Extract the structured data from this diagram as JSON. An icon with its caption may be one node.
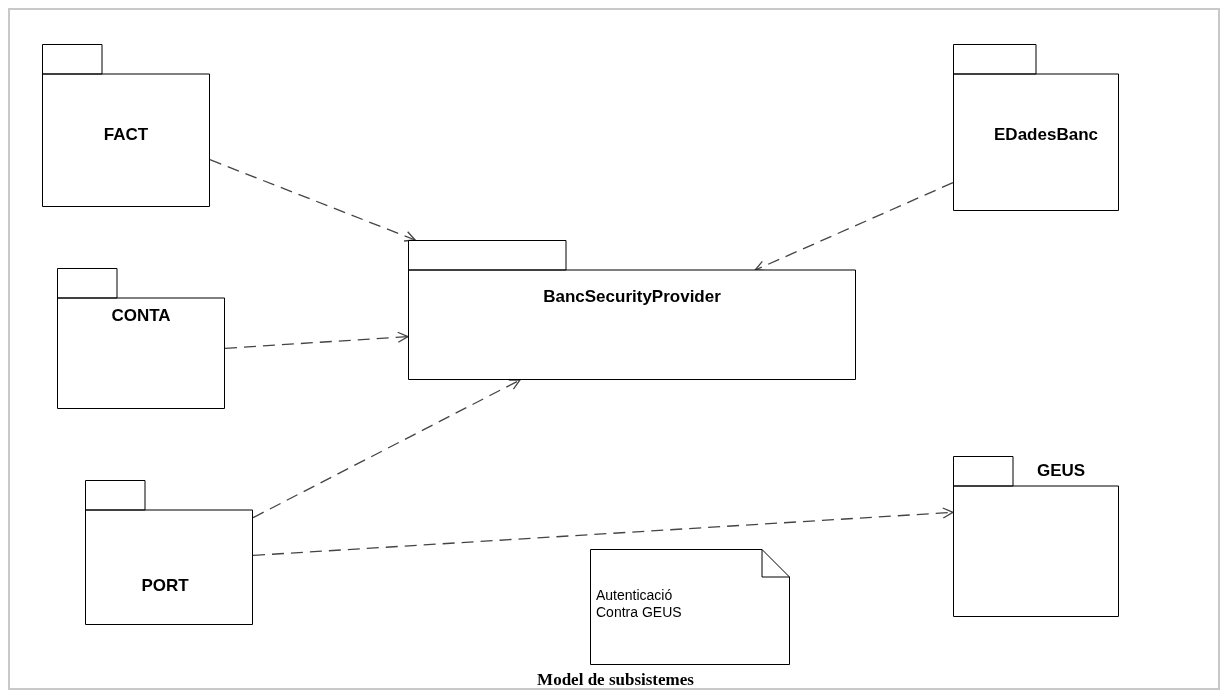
{
  "diagram": {
    "caption": "Model de subsistemes",
    "nodes": [
      {
        "text": [
          "FACT"
        ]
      },
      {
        "text": [
          "CONTA"
        ]
      },
      {
        "text": [
          "PORT"
        ]
      },
      {
        "text": [
          "BancSecurityProvider"
        ]
      },
      {
        "text": [
          "EDadesBanc"
        ]
      },
      {
        "text": [
          "GEUS"
        ]
      },
      {
        "text": [
          "Autenticació Contra GEUS"
        ]
      }
    ],
    "edges": [
      {
        "from": 0,
        "to": 3,
        "arrow": "to",
        "style": "dashed"
      },
      {
        "from": 4,
        "to": 3,
        "arrow": "to",
        "style": "dashed"
      },
      {
        "from": 1,
        "to": 3,
        "arrow": "to",
        "style": "dashed"
      },
      {
        "from": 2,
        "to": 3,
        "arrow": "to",
        "style": "dashed"
      },
      {
        "from": 2,
        "to": 5,
        "arrow": "to",
        "style": "dashed"
      }
    ]
  }
}
